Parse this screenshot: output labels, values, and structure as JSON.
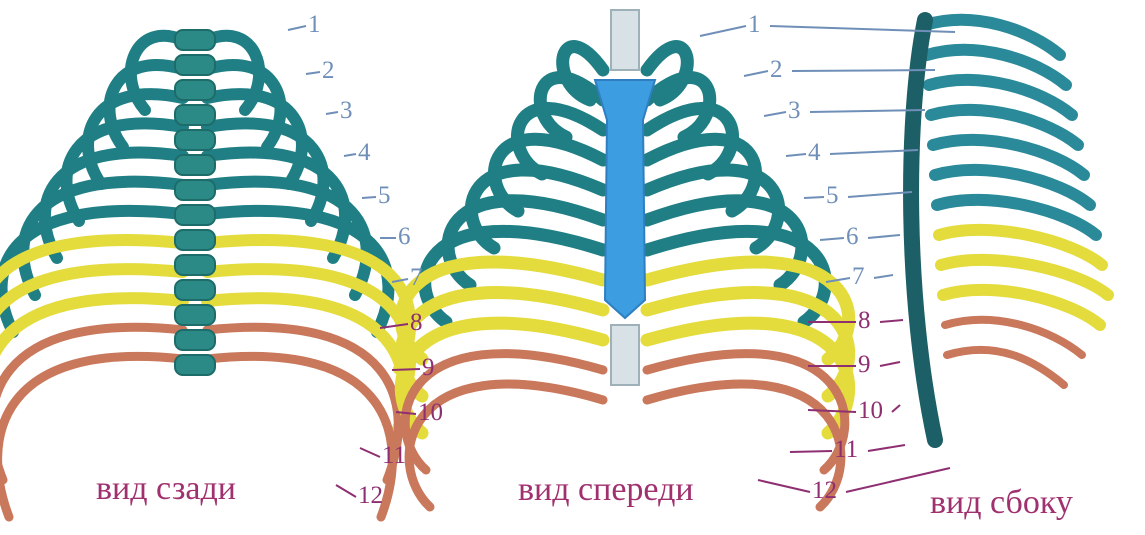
{
  "views": [
    {
      "caption": "вид сзади"
    },
    {
      "caption": "вид спереди"
    },
    {
      "caption": "вид сбоку"
    }
  ],
  "rib_numbers": [
    "1",
    "2",
    "3",
    "4",
    "5",
    "6",
    "7",
    "8",
    "9",
    "10",
    "11",
    "12"
  ],
  "colors": {
    "true_ribs": "#1f7f84",
    "false_ribs": "#e4dc3c",
    "floating_ribs": "#c9785c",
    "sternum": "#3c9de0",
    "label_blue": "#6f8fb8",
    "label_purple": "#8e2f72",
    "caption": "#a0306e"
  }
}
